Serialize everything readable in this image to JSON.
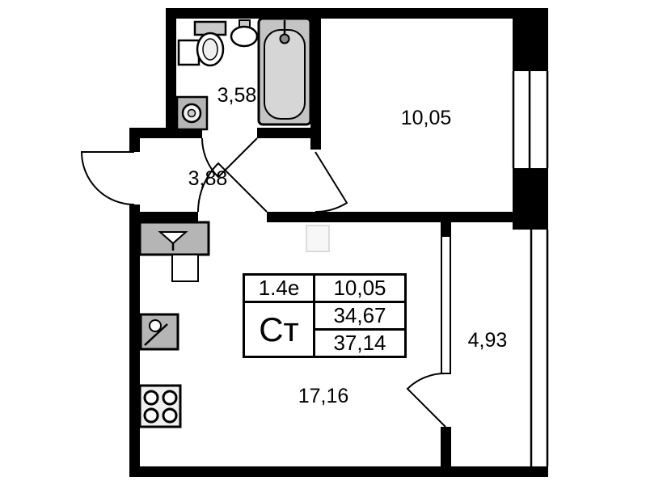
{
  "rooms": {
    "bathroom": {
      "area": "3,58"
    },
    "room": {
      "area": "10,05"
    },
    "hallway": {
      "area": "3,88"
    },
    "balcony": {
      "area": "4,93"
    },
    "living": {
      "area": "17,16"
    }
  },
  "stamp": {
    "type": "1.4е",
    "room_area": "10,05",
    "category": "Ст",
    "total_area": "34,67",
    "total_area_with_balcony": "37,14"
  },
  "fixtures": [
    "toilet-icon",
    "washbasin-icon",
    "bathtub-icon",
    "washing-machine-icon",
    "ventilation-shaft-icon",
    "kitchen-counter-sink-icon",
    "appliance-box",
    "kitchen-sink-icon",
    "stove-icon"
  ],
  "colors": {
    "wall": "#000000",
    "fixture_gray": "#b5b5b5",
    "background": "#ffffff"
  }
}
